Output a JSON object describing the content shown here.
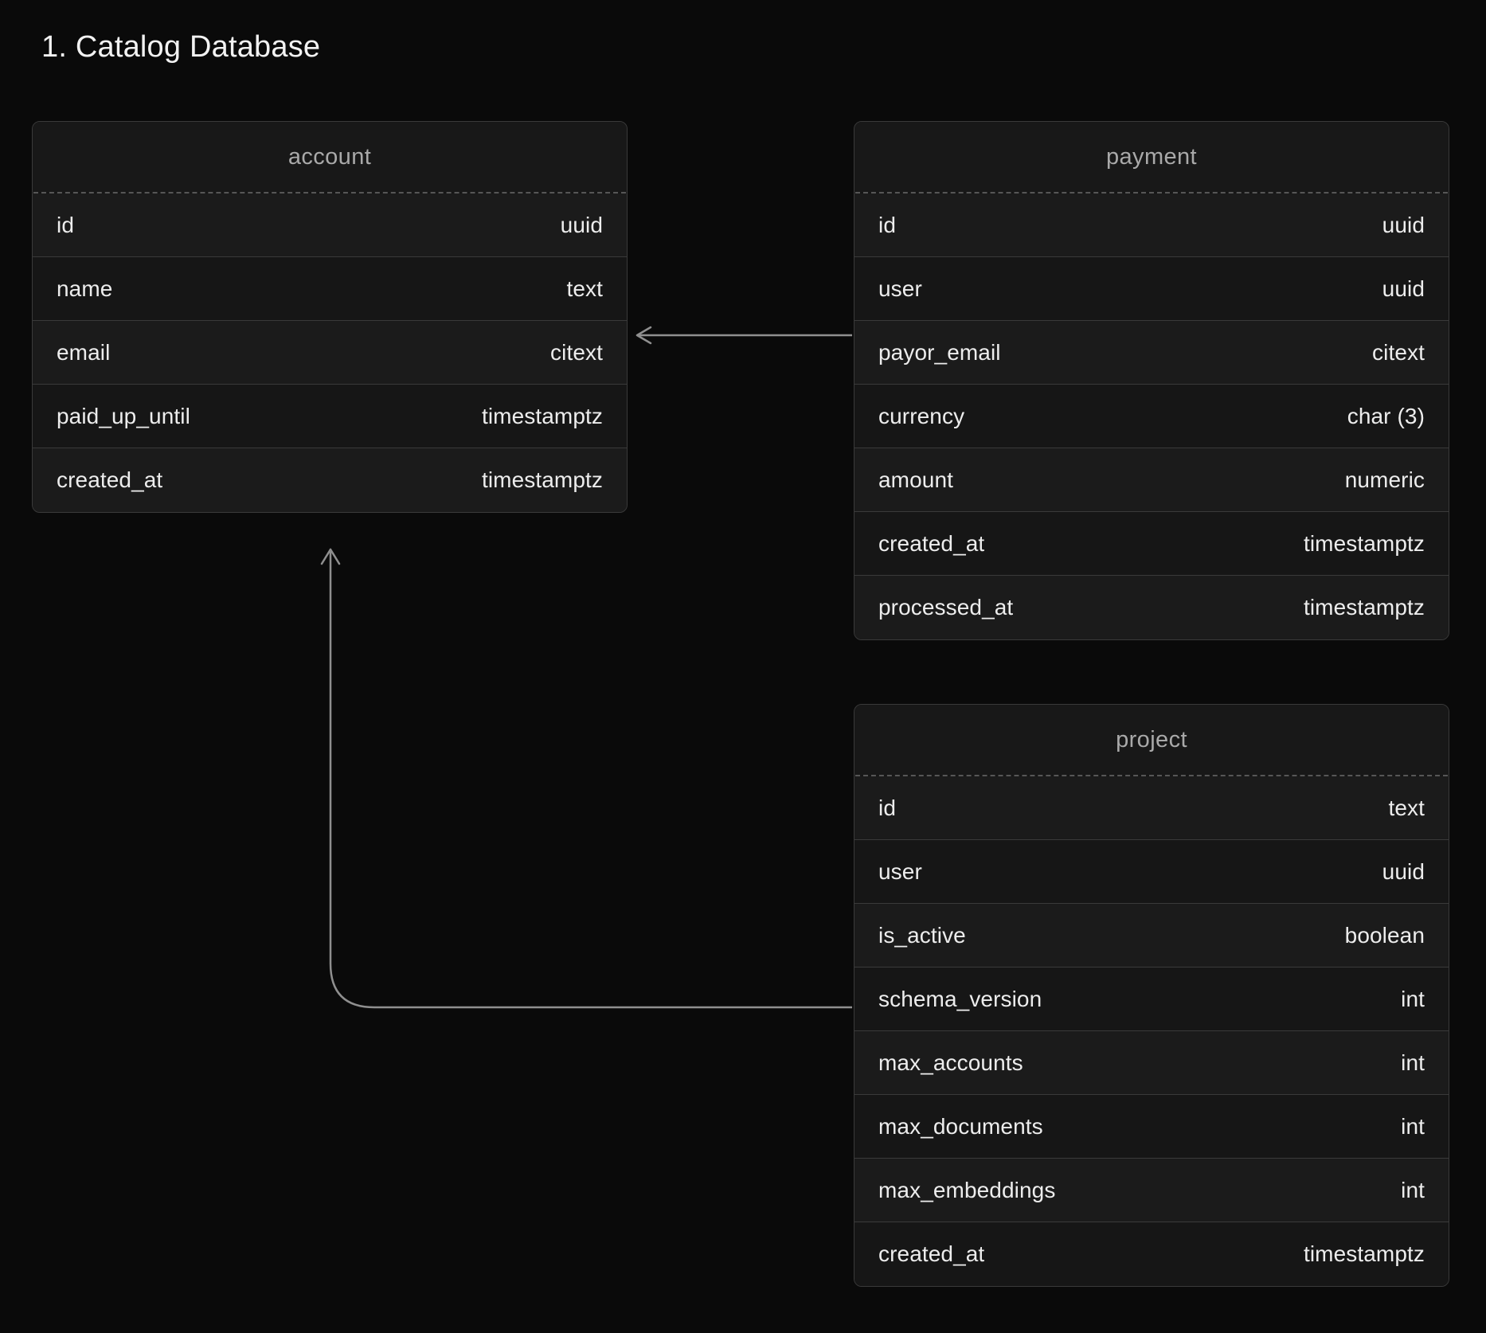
{
  "page": {
    "title": "1. Catalog Database",
    "background_color": "#0a0a0a",
    "card_background_color": "#161616",
    "card_border_color": "#3a3a3a",
    "text_color": "#ededed",
    "title_color": "#a9a9a9",
    "connector_color": "#8f8f8f"
  },
  "tables": [
    {
      "name": "account",
      "columns": [
        {
          "name": "id",
          "type": "uuid"
        },
        {
          "name": "name",
          "type": "text"
        },
        {
          "name": "email",
          "type": "citext"
        },
        {
          "name": "paid_up_until",
          "type": "timestamptz"
        },
        {
          "name": "created_at",
          "type": "timestamptz"
        }
      ]
    },
    {
      "name": "payment",
      "columns": [
        {
          "name": "id",
          "type": "uuid"
        },
        {
          "name": "user",
          "type": "uuid"
        },
        {
          "name": "payor_email",
          "type": "citext"
        },
        {
          "name": "currency",
          "type": "char (3)"
        },
        {
          "name": "amount",
          "type": "numeric"
        },
        {
          "name": "created_at",
          "type": "timestamptz"
        },
        {
          "name": "processed_at",
          "type": "timestamptz"
        }
      ]
    },
    {
      "name": "project",
      "columns": [
        {
          "name": "id",
          "type": "text"
        },
        {
          "name": "user",
          "type": "uuid"
        },
        {
          "name": "is_active",
          "type": "boolean"
        },
        {
          "name": "schema_version",
          "type": "int"
        },
        {
          "name": "max_accounts",
          "type": "int"
        },
        {
          "name": "max_documents",
          "type": "int"
        },
        {
          "name": "max_embeddings",
          "type": "int"
        },
        {
          "name": "created_at",
          "type": "timestamptz"
        }
      ]
    }
  ],
  "relations": [
    {
      "from": "payment.user",
      "to": "account.id",
      "style": "straight-arrow-left"
    },
    {
      "from": "project.user",
      "to": "account.id",
      "style": "elbow-arrow-up"
    }
  ]
}
